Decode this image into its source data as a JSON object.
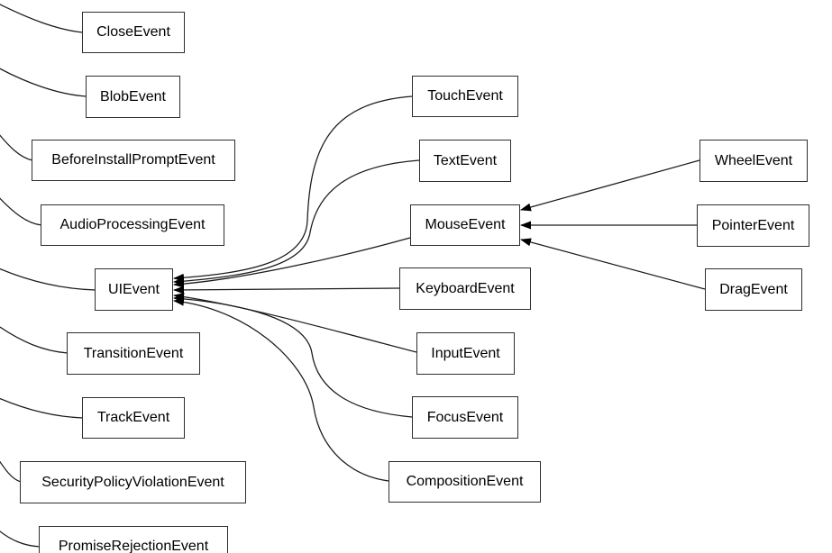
{
  "diagram": {
    "type": "class-inheritance-graph",
    "colors": {
      "background": "#ffffff",
      "node_fill": "#ffffff",
      "node_border": "#2e2e2e",
      "edge": "#1a1a1a",
      "text": "#000000"
    }
  },
  "nodes": [
    {
      "label": "CloseEvent"
    },
    {
      "label": "BlobEvent"
    },
    {
      "label": "BeforeInstallPromptEvent"
    },
    {
      "label": "AudioProcessingEvent"
    },
    {
      "label": "UIEvent"
    },
    {
      "label": "TransitionEvent"
    },
    {
      "label": "TrackEvent"
    },
    {
      "label": "SecurityPolicyViolationEvent"
    },
    {
      "label": "PromiseRejectionEvent"
    },
    {
      "label": "TouchEvent"
    },
    {
      "label": "TextEvent"
    },
    {
      "label": "MouseEvent"
    },
    {
      "label": "KeyboardEvent"
    },
    {
      "label": "InputEvent"
    },
    {
      "label": "FocusEvent"
    },
    {
      "label": "CompositionEvent"
    },
    {
      "label": "WheelEvent"
    },
    {
      "label": "PointerEvent"
    },
    {
      "label": "DragEvent"
    }
  ],
  "edges": [
    {
      "from": "TouchEvent",
      "to": "UIEvent"
    },
    {
      "from": "TextEvent",
      "to": "UIEvent"
    },
    {
      "from": "MouseEvent",
      "to": "UIEvent"
    },
    {
      "from": "KeyboardEvent",
      "to": "UIEvent"
    },
    {
      "from": "InputEvent",
      "to": "UIEvent"
    },
    {
      "from": "FocusEvent",
      "to": "UIEvent"
    },
    {
      "from": "CompositionEvent",
      "to": "UIEvent"
    },
    {
      "from": "WheelEvent",
      "to": "MouseEvent"
    },
    {
      "from": "PointerEvent",
      "to": "MouseEvent"
    },
    {
      "from": "DragEvent",
      "to": "MouseEvent"
    },
    {
      "from": "CloseEvent",
      "to": "offscreen-left"
    },
    {
      "from": "BlobEvent",
      "to": "offscreen-left"
    },
    {
      "from": "BeforeInstallPromptEvent",
      "to": "offscreen-left"
    },
    {
      "from": "AudioProcessingEvent",
      "to": "offscreen-left"
    },
    {
      "from": "UIEvent",
      "to": "offscreen-left"
    },
    {
      "from": "TransitionEvent",
      "to": "offscreen-left"
    },
    {
      "from": "TrackEvent",
      "to": "offscreen-left"
    },
    {
      "from": "SecurityPolicyViolationEvent",
      "to": "offscreen-left"
    },
    {
      "from": "PromiseRejectionEvent",
      "to": "offscreen-left"
    }
  ]
}
